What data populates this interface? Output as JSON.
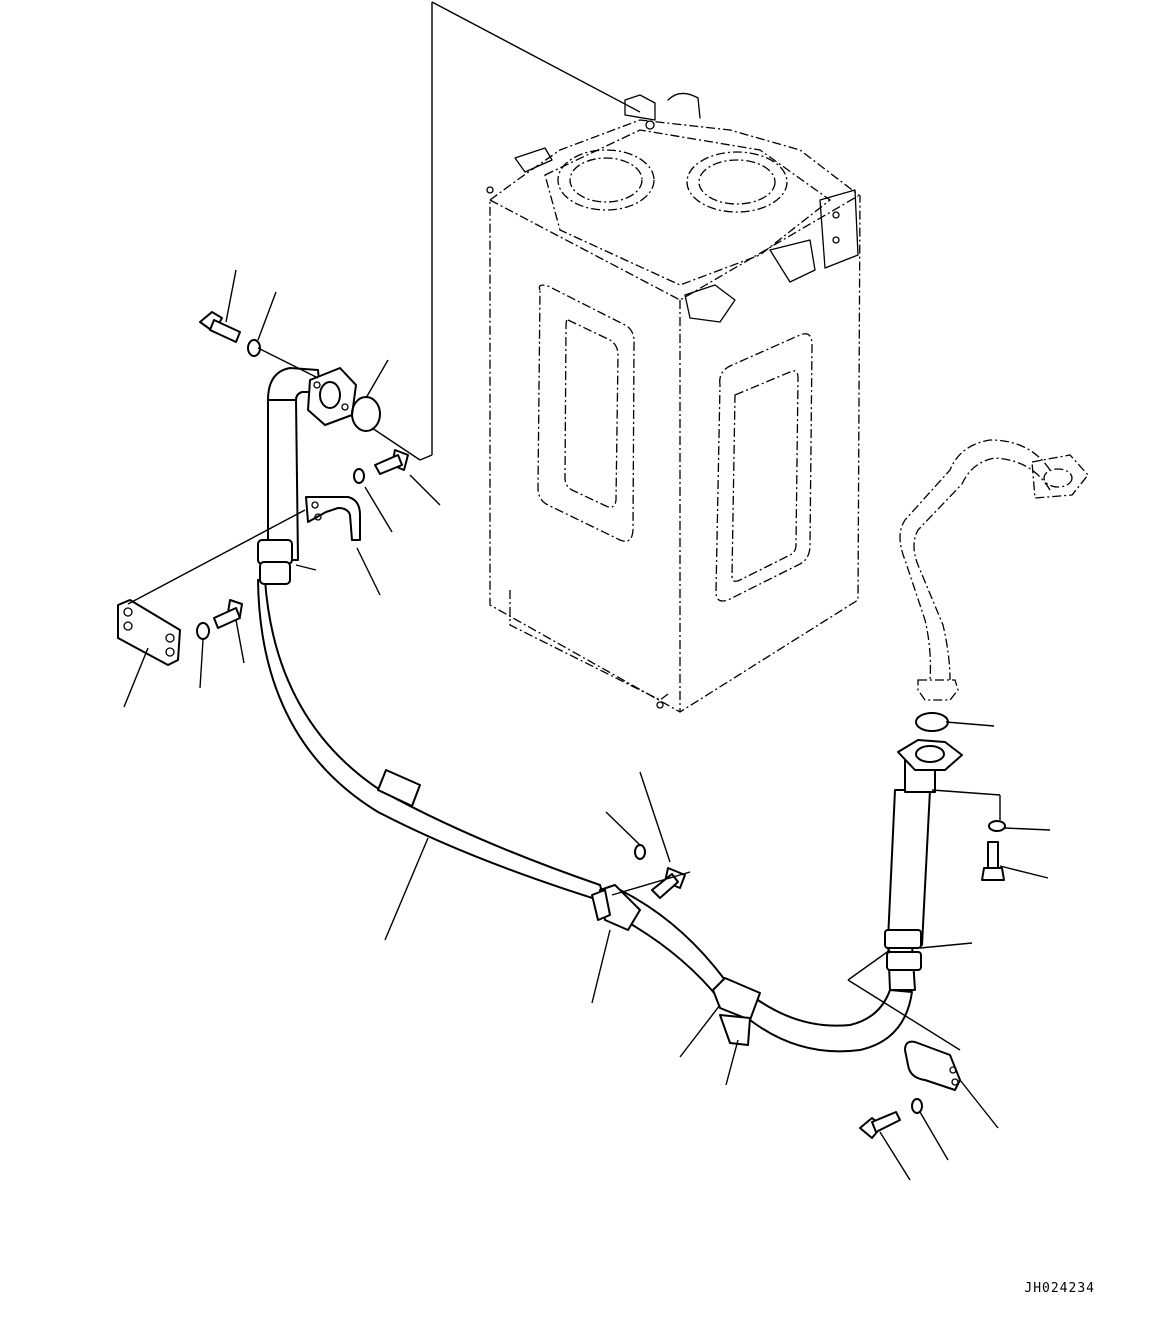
{
  "drawing": {
    "code": "JH024234"
  },
  "parts": [
    {
      "name": "tank-assembly",
      "style": "phantom"
    },
    {
      "name": "hose-assembly"
    },
    {
      "name": "upper-flange-elbow"
    },
    {
      "name": "lower-flange-elbow"
    },
    {
      "name": "phantom-pipe",
      "style": "phantom"
    },
    {
      "name": "o-ring"
    },
    {
      "name": "flange-bolt"
    },
    {
      "name": "washer"
    },
    {
      "name": "hose-clamp"
    },
    {
      "name": "bracket"
    },
    {
      "name": "plate"
    }
  ]
}
